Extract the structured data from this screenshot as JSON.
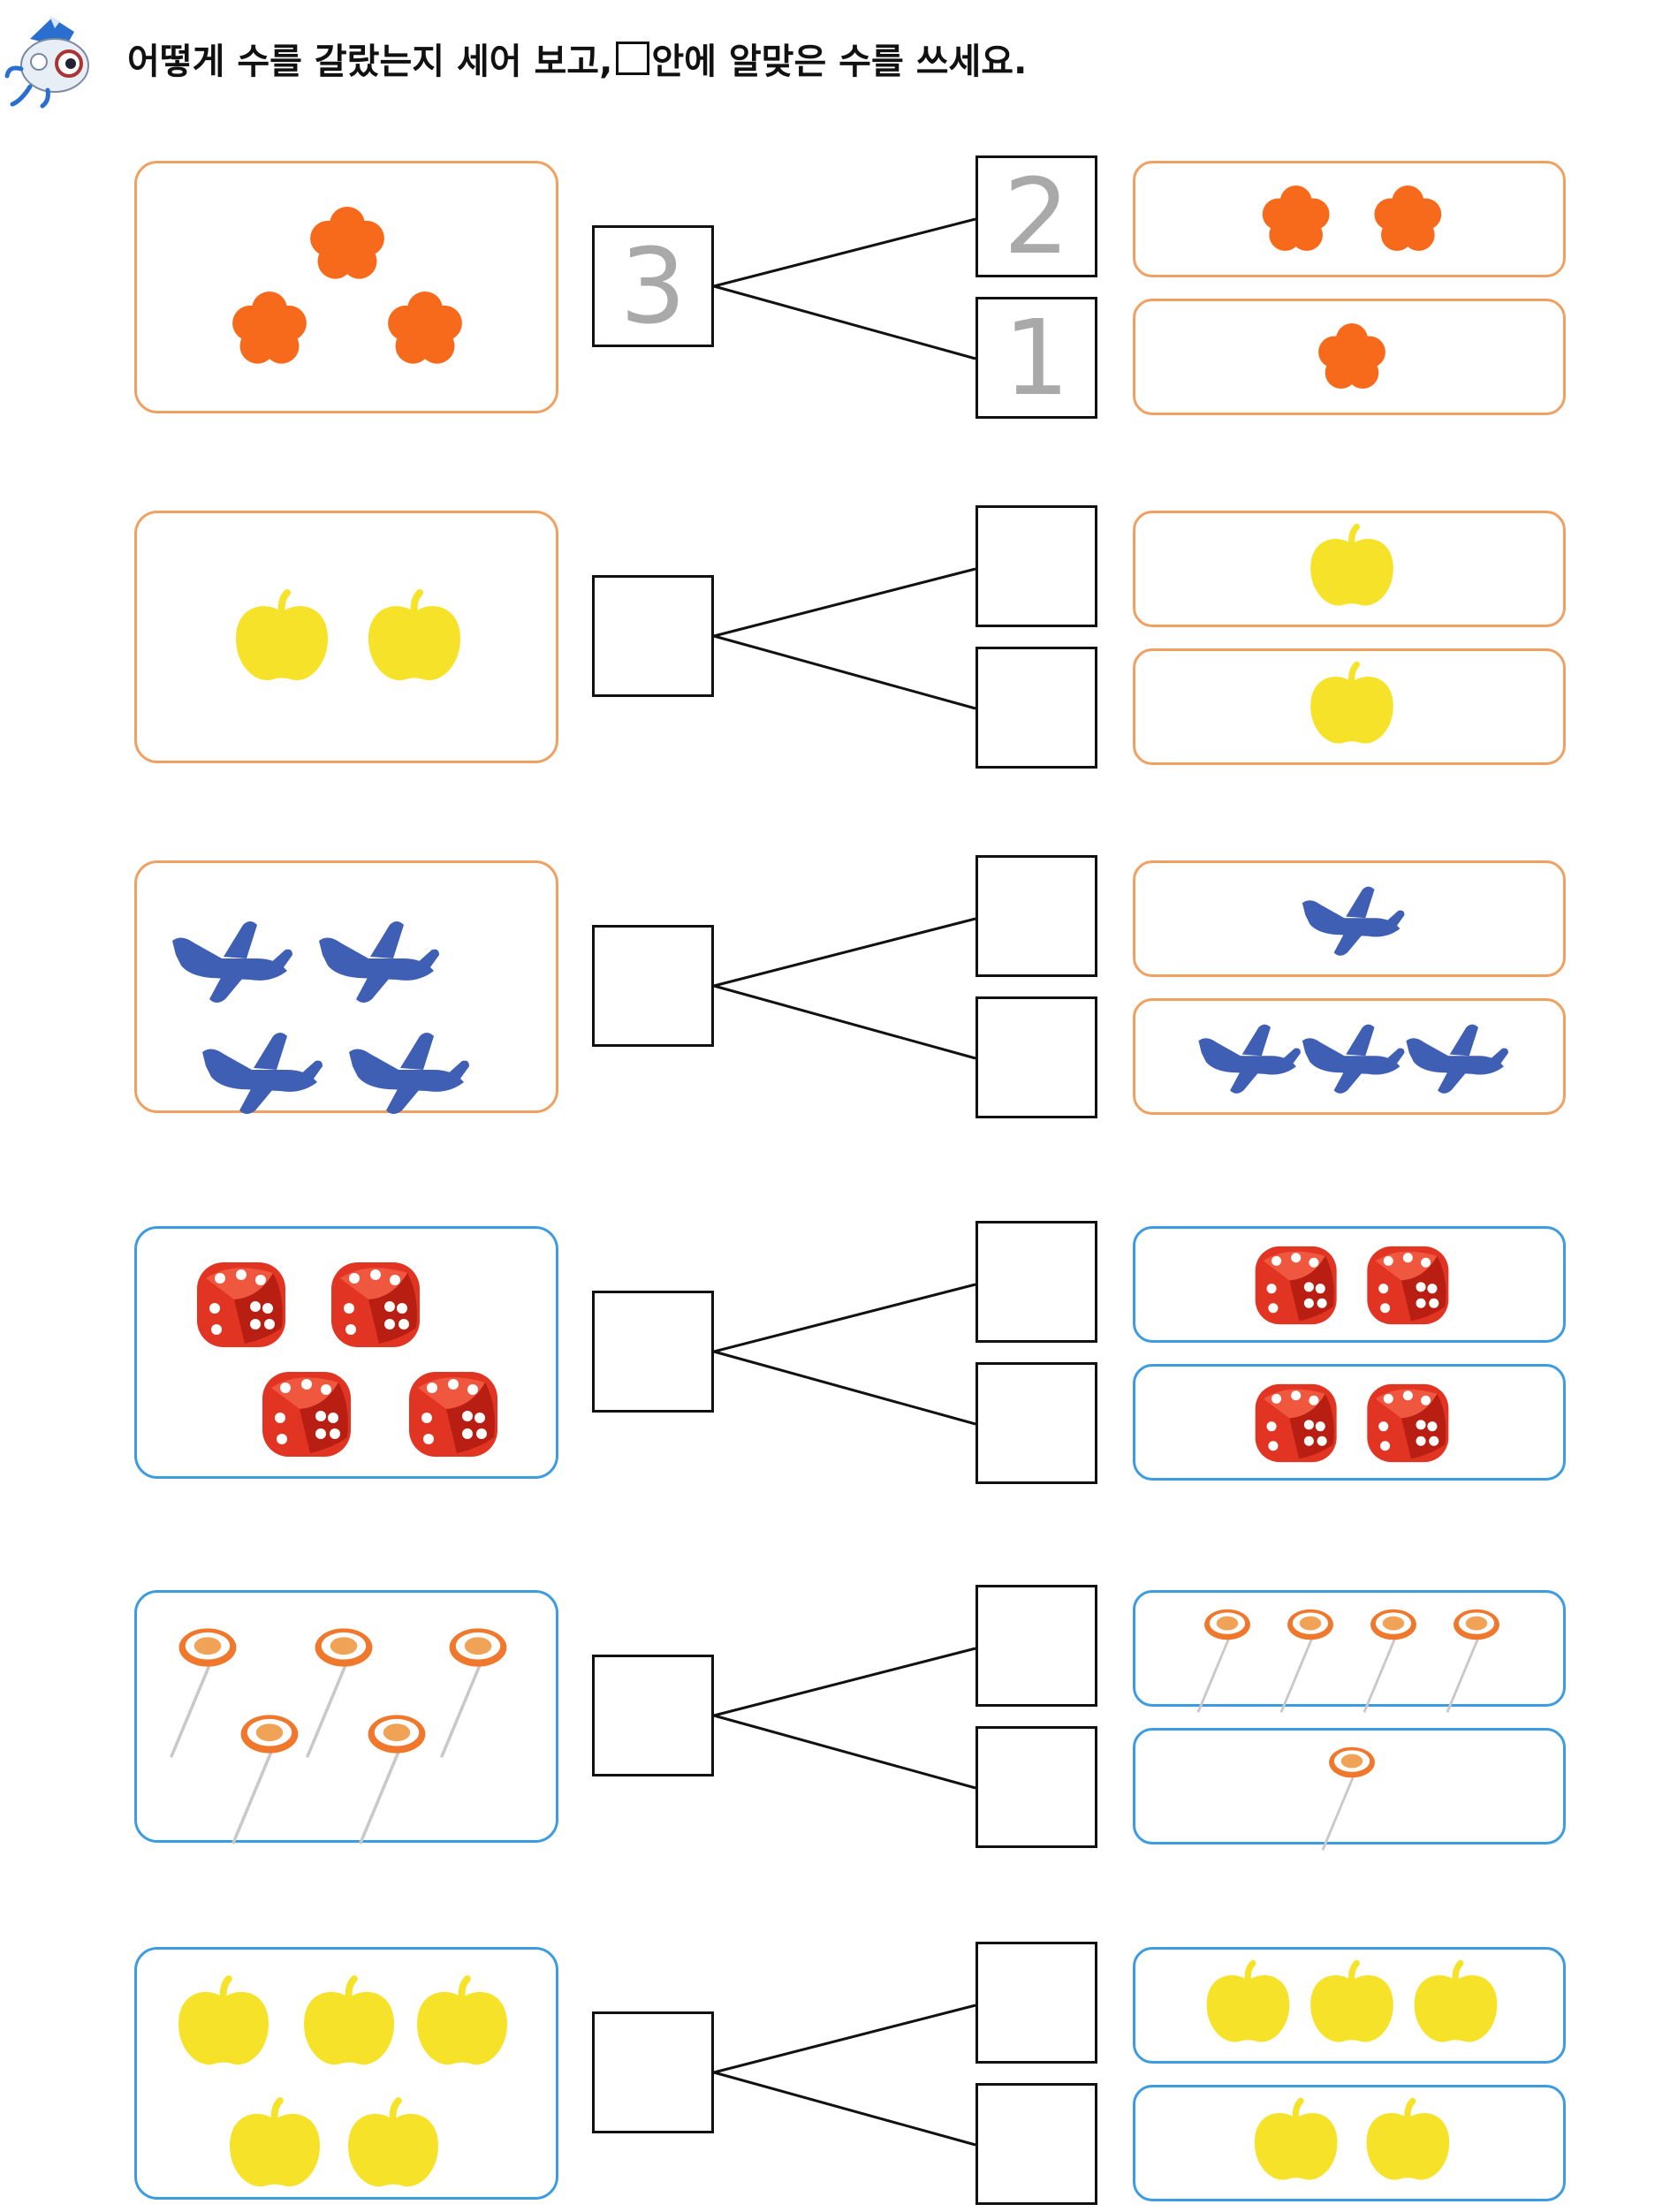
{
  "instruction": {
    "before_box": "어떻게 수를 갈랐는지 세어 보고,",
    "after_box": "안에 알맞은 수를 쓰세요."
  },
  "mascot_icon": "robot-mascot-icon",
  "problems": [
    {
      "object": "flower",
      "icon": "flower-icon",
      "color": "#f76a1c",
      "total_count": 3,
      "top_count": 2,
      "bottom_count": 1,
      "total_answer": "3",
      "top_answer": "2",
      "bottom_answer": "1"
    },
    {
      "object": "apple",
      "icon": "apple-icon",
      "color": "#f7e22a",
      "total_count": 2,
      "top_count": 1,
      "bottom_count": 1,
      "total_answer": "",
      "top_answer": "",
      "bottom_answer": ""
    },
    {
      "object": "airplane",
      "icon": "airplane-icon",
      "color": "#3f5fb4",
      "total_count": 4,
      "top_count": 1,
      "bottom_count": 3,
      "total_answer": "",
      "top_answer": "",
      "bottom_answer": ""
    },
    {
      "object": "dice",
      "icon": "dice-icon",
      "color": "#e23422",
      "total_count": 4,
      "top_count": 2,
      "bottom_count": 2,
      "total_answer": "",
      "top_answer": "",
      "bottom_answer": ""
    },
    {
      "object": "lollipop",
      "icon": "lollipop-icon",
      "color": "#f0782c",
      "total_count": 5,
      "top_count": 4,
      "bottom_count": 1,
      "total_answer": "",
      "top_answer": "",
      "bottom_answer": ""
    },
    {
      "object": "apple",
      "icon": "apple-icon",
      "color": "#f7e22a",
      "total_count": 5,
      "top_count": 3,
      "bottom_count": 2,
      "total_answer": "",
      "top_answer": "",
      "bottom_answer": ""
    }
  ],
  "colors": {
    "orange_frame": "#f0a060",
    "blue_frame": "#3d9be0",
    "given_digit": "#a9a9a9",
    "line": "#111111"
  }
}
